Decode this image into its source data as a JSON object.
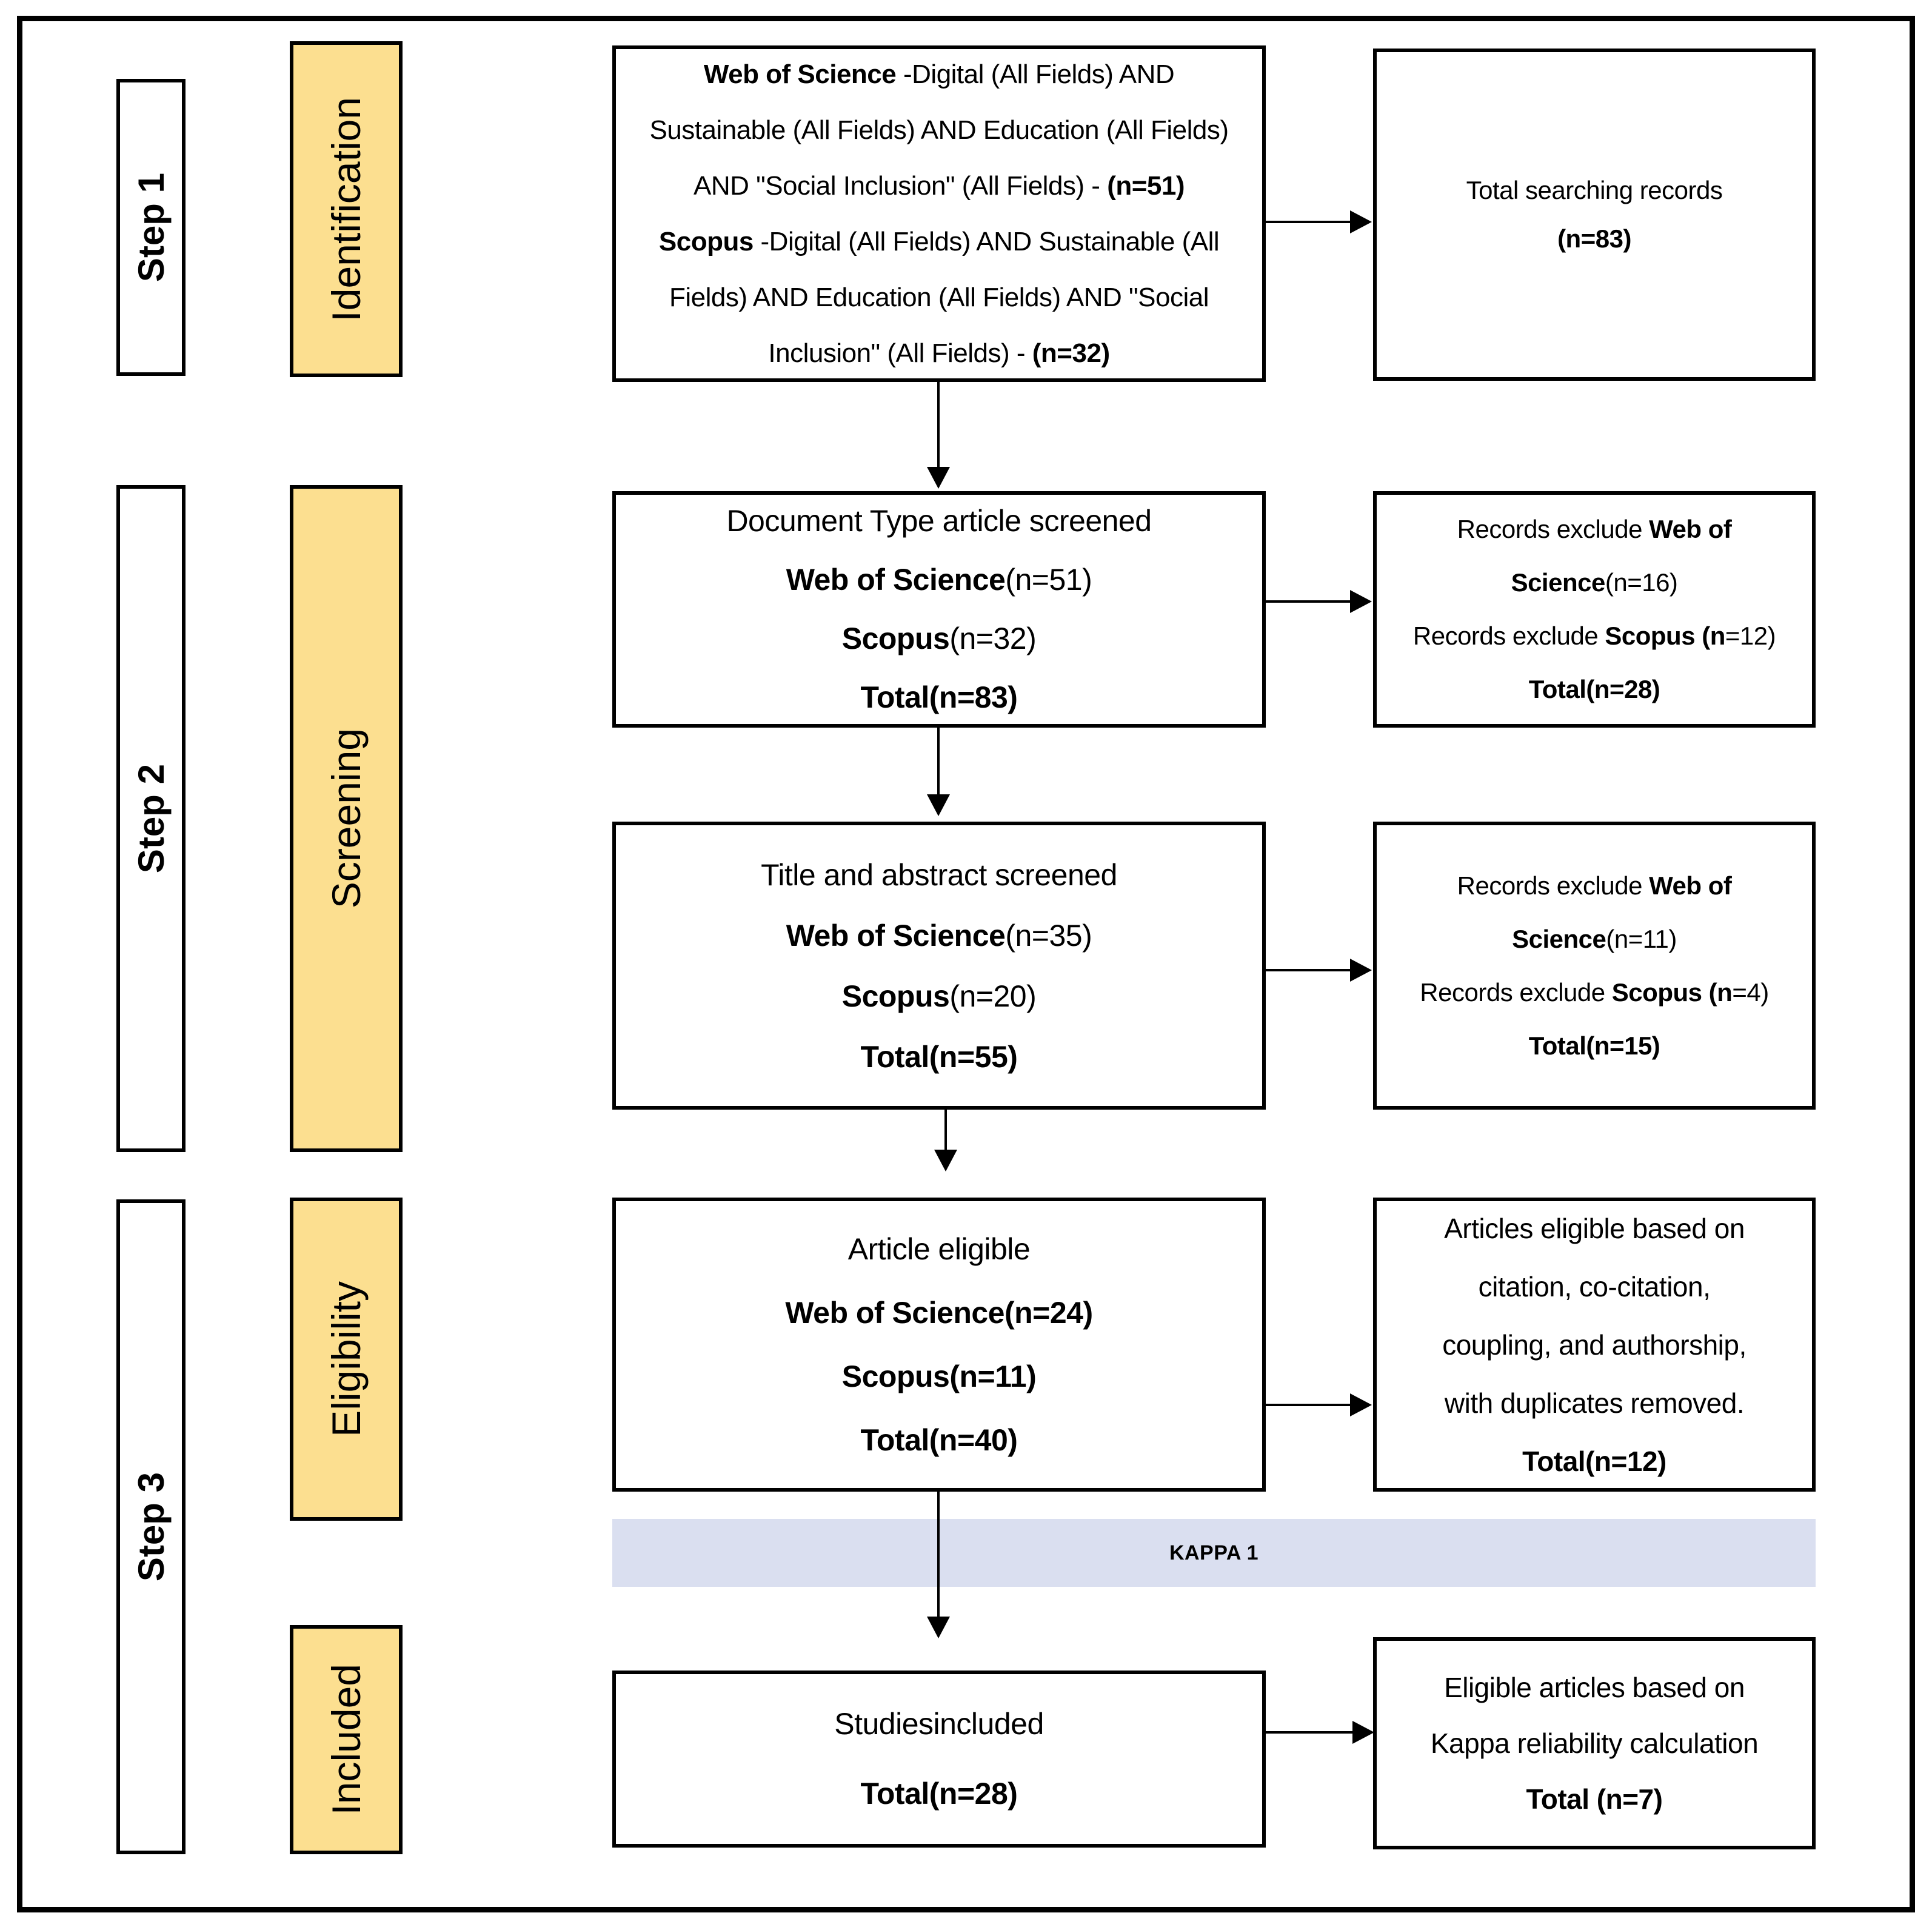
{
  "colors": {
    "phase_fill": "#fcdf90",
    "band_fill": "#dadff0",
    "border": "#000000"
  },
  "steps": [
    {
      "label": "Step 1"
    },
    {
      "label": "Step 2"
    },
    {
      "label": "Step 3"
    }
  ],
  "phases": [
    {
      "label": "Identification"
    },
    {
      "label": "Screening"
    },
    {
      "label": "Eligibility"
    },
    {
      "label": "Included"
    }
  ],
  "kappa_band": {
    "label": "KAPPA 1"
  },
  "main_boxes": [
    {
      "name": "identification-query",
      "lines": [
        [
          {
            "t": "Web of Science ",
            "b": true
          },
          {
            "t": "-Digital (All Fields) AND"
          }
        ],
        [
          {
            "t": "Sustainable (All Fields) AND Education (All Fields)"
          }
        ],
        [
          {
            "t": "AND \"Social Inclusion\" (All Fields) - "
          },
          {
            "t": "(n=51)",
            "b": true
          }
        ],
        [
          {
            "t": "Scopus ",
            "b": true
          },
          {
            "t": "-Digital (All Fields) AND Sustainable (All"
          }
        ],
        [
          {
            "t": "Fields) AND Education (All Fields) AND \"Social"
          }
        ],
        [
          {
            "t": "Inclusion\" (All Fields) - "
          },
          {
            "t": "(n=32)",
            "b": true
          }
        ]
      ]
    },
    {
      "name": "document-type-screened",
      "lines": [
        [
          {
            "t": "Document Type article screened"
          }
        ],
        [
          {
            "t": "Web of Science",
            "b": true
          },
          {
            "t": "(n=51)"
          }
        ],
        [
          {
            "t": "Scopus",
            "b": true
          },
          {
            "t": "(n=32)"
          }
        ],
        [
          {
            "t": "Total(n=83)",
            "b": true
          }
        ]
      ]
    },
    {
      "name": "title-abstract-screened",
      "lines": [
        [
          {
            "t": "Title and abstract screened"
          }
        ],
        [
          {
            "t": "Web of Science",
            "b": true
          },
          {
            "t": "(n=35)"
          }
        ],
        [
          {
            "t": "Scopus",
            "b": true
          },
          {
            "t": "(n=20)"
          }
        ],
        [
          {
            "t": "Total(n=55)",
            "b": true
          }
        ]
      ]
    },
    {
      "name": "article-eligible",
      "lines": [
        [
          {
            "t": "Article eligible"
          }
        ],
        [
          {
            "t": "Web of Science(n=24)",
            "b": true
          }
        ],
        [
          {
            "t": "Scopus(n=11)",
            "b": true
          }
        ],
        [
          {
            "t": "Total(n=40)",
            "b": true
          }
        ]
      ]
    },
    {
      "name": "studies-included",
      "lines": [
        [
          {
            "t": "Studiesincluded"
          }
        ],
        [
          {
            "t": "Total(n=28)",
            "b": true
          }
        ]
      ]
    }
  ],
  "side_boxes": [
    {
      "name": "total-searching-records",
      "lines": [
        [
          {
            "t": "Total searching records"
          }
        ],
        [
          {
            "t": "(n=83)",
            "b": true
          }
        ]
      ]
    },
    {
      "name": "records-excluded-document-type",
      "lines": [
        [
          {
            "t": "Records exclude "
          },
          {
            "t": "Web of",
            "b": true
          }
        ],
        [
          {
            "t": "Science",
            "b": true
          },
          {
            "t": "(n=16)"
          }
        ],
        [
          {
            "t": "Records exclude "
          },
          {
            "t": "Scopus (n",
            "b": true
          },
          {
            "t": "=12)"
          }
        ],
        [
          {
            "t": "Total(n=28)",
            "b": true
          }
        ]
      ]
    },
    {
      "name": "records-excluded-title-abstract",
      "lines": [
        [
          {
            "t": "Records exclude "
          },
          {
            "t": "Web of",
            "b": true
          }
        ],
        [
          {
            "t": "Science",
            "b": true
          },
          {
            "t": "(n=11)"
          }
        ],
        [
          {
            "t": "Records exclude "
          },
          {
            "t": "Scopus (n",
            "b": true
          },
          {
            "t": "=4)"
          }
        ],
        [
          {
            "t": "Total(n=15)",
            "b": true
          }
        ]
      ]
    },
    {
      "name": "articles-eligible-citation",
      "lines": [
        [
          {
            "t": "Articles eligible based on"
          }
        ],
        [
          {
            "t": "citation, co-citation,"
          }
        ],
        [
          {
            "t": "coupling, and authorship,"
          }
        ],
        [
          {
            "t": "with duplicates removed."
          }
        ],
        [
          {
            "t": "Total(n=12)",
            "b": true
          }
        ]
      ]
    },
    {
      "name": "eligible-articles-kappa",
      "lines": [
        [
          {
            "t": "Eligible articles based on"
          }
        ],
        [
          {
            "t": "Kappa reliability calculation"
          }
        ],
        [
          {
            "t": "Total (n=7)",
            "b": true
          }
        ]
      ]
    }
  ]
}
